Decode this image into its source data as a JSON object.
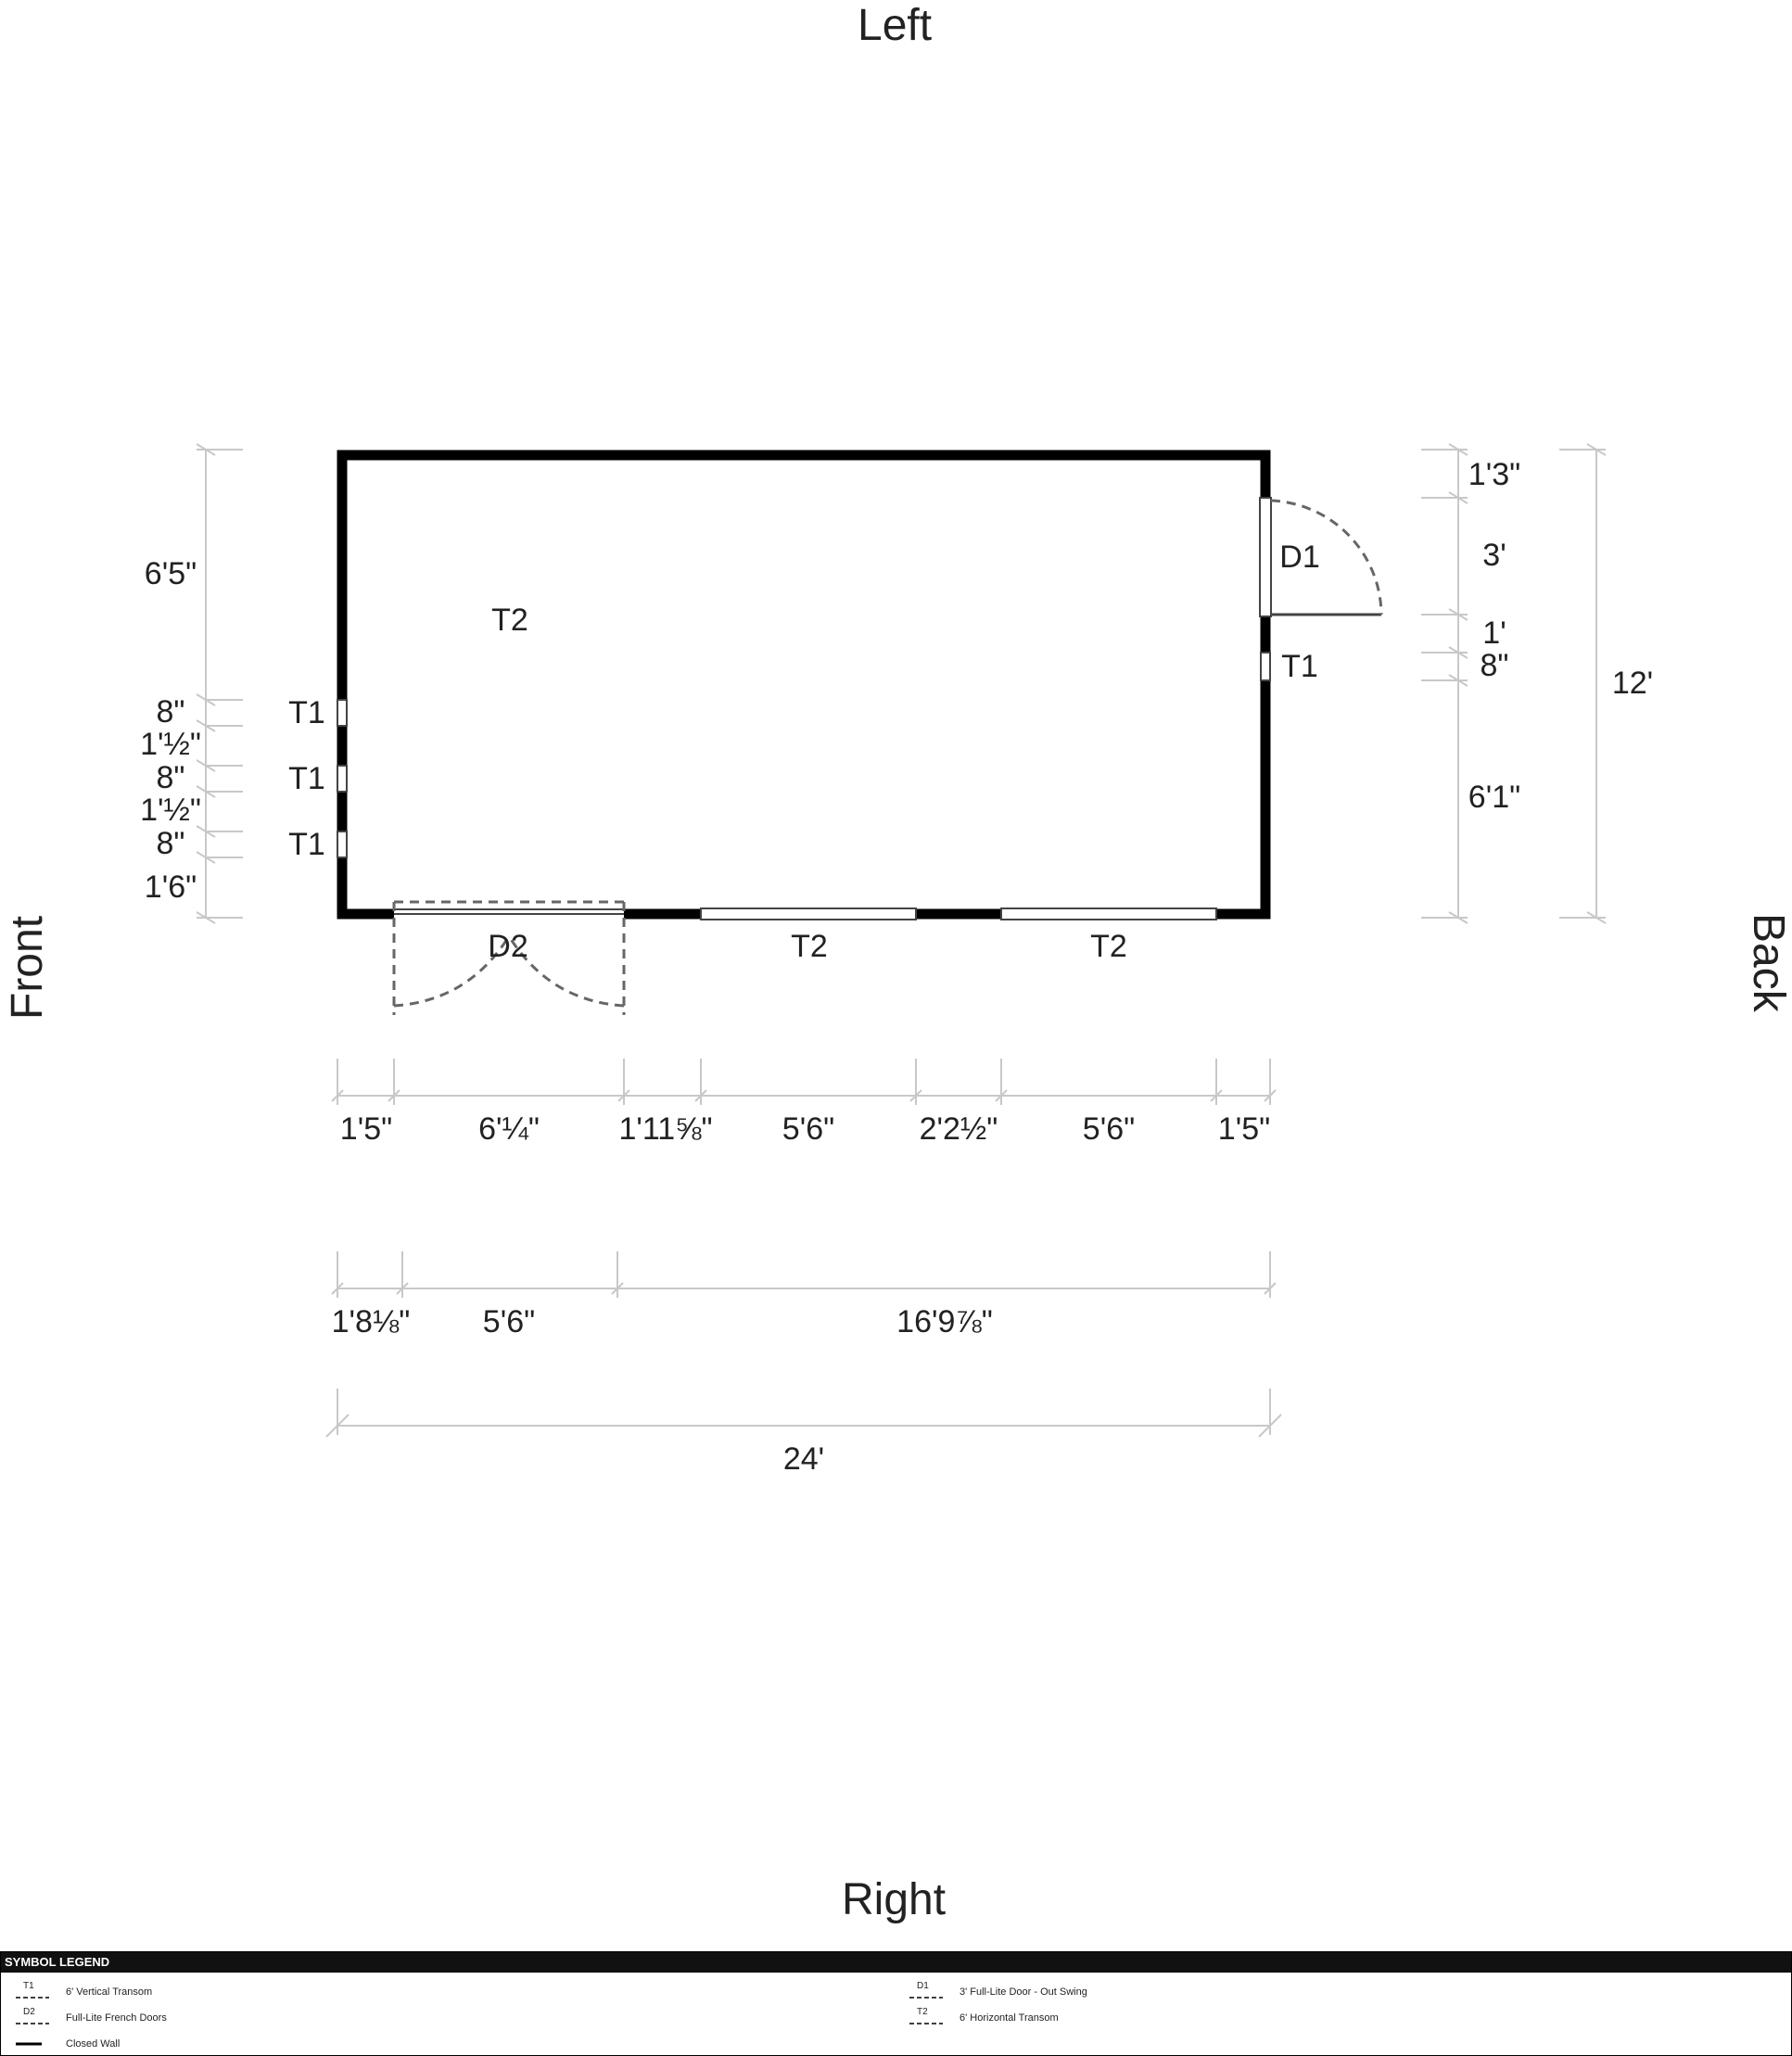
{
  "sides": {
    "left": "Left",
    "right": "Right",
    "front": "Front",
    "back": "Back"
  },
  "openings": {
    "d1": "D1",
    "d2": "D2",
    "t1_front_1": "T1",
    "t1_front_2": "T1",
    "t1_front_3": "T1",
    "t1_back": "T1",
    "t2_left": "T2",
    "t2_right_1": "T2",
    "t2_right_2": "T2"
  },
  "dimensions": {
    "front": [
      "6'5\"",
      "8\"",
      "1'½\"",
      "8\"",
      "1'½\"",
      "8\"",
      "1'6\""
    ],
    "back_segments": [
      "1'3\"",
      "3'",
      "1'",
      "8\"",
      "6'1\""
    ],
    "back_total": "12'",
    "right_row1": [
      "1'5\"",
      "6'¼\"",
      "1'11⅝\"",
      "5'6\"",
      "2'2½\"",
      "5'6\"",
      "1'5\""
    ],
    "right_row2": [
      "1'8⅛\"",
      "5'6\"",
      "16'9⅞\""
    ],
    "overall_length": "24'"
  },
  "legend": {
    "title": "SYMBOL LEGEND",
    "items": [
      {
        "code": "T1",
        "label": "6' Vertical Transom"
      },
      {
        "code": "D2",
        "label": "Full-Lite French Doors"
      },
      {
        "code": "",
        "label": "Closed Wall"
      },
      {
        "code": "D1",
        "label": "3' Full-Lite Door - Out Swing"
      },
      {
        "code": "T2",
        "label": "6' Horizontal Transom"
      }
    ]
  }
}
